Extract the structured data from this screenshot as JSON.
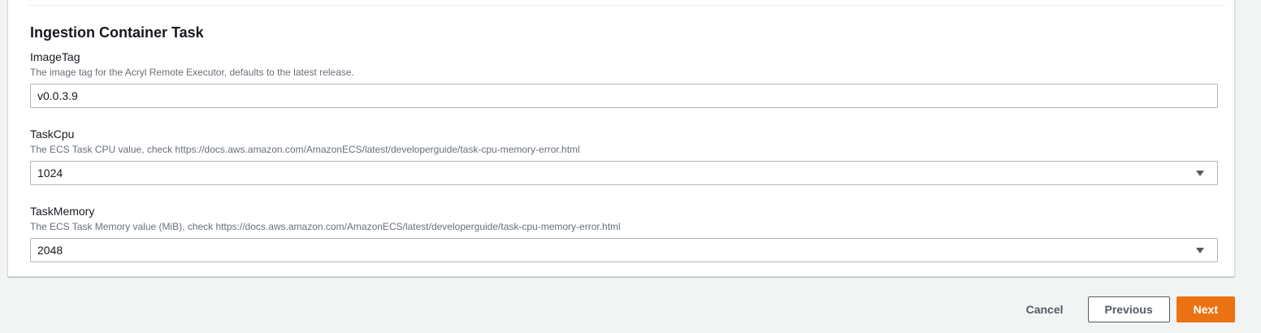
{
  "section": {
    "title": "Ingestion Container Task",
    "fields": [
      {
        "label": "ImageTag",
        "description": "The image tag for the Acryl Remote Executor, defaults to the latest release.",
        "type": "text",
        "value": "v0.0.3.9"
      },
      {
        "label": "TaskCpu",
        "description": "The ECS Task CPU value, check https://docs.aws.amazon.com/AmazonECS/latest/developerguide/task-cpu-memory-error.html",
        "type": "select",
        "value": "1024"
      },
      {
        "label": "TaskMemory",
        "description": "The ECS Task Memory value (MiB), check https://docs.aws.amazon.com/AmazonECS/latest/developerguide/task-cpu-memory-error.html",
        "type": "select",
        "value": "2048"
      }
    ]
  },
  "footer": {
    "cancel_label": "Cancel",
    "previous_label": "Previous",
    "next_label": "Next"
  },
  "colors": {
    "accent": "#ec7211",
    "primary_text": "#16191f",
    "secondary_text": "#687078",
    "button_border": "#545b64",
    "input_border": "#aab7b8",
    "card_border": "#d5dbdb",
    "divider": "#eaeded",
    "page_background": "#f2f3f3"
  }
}
